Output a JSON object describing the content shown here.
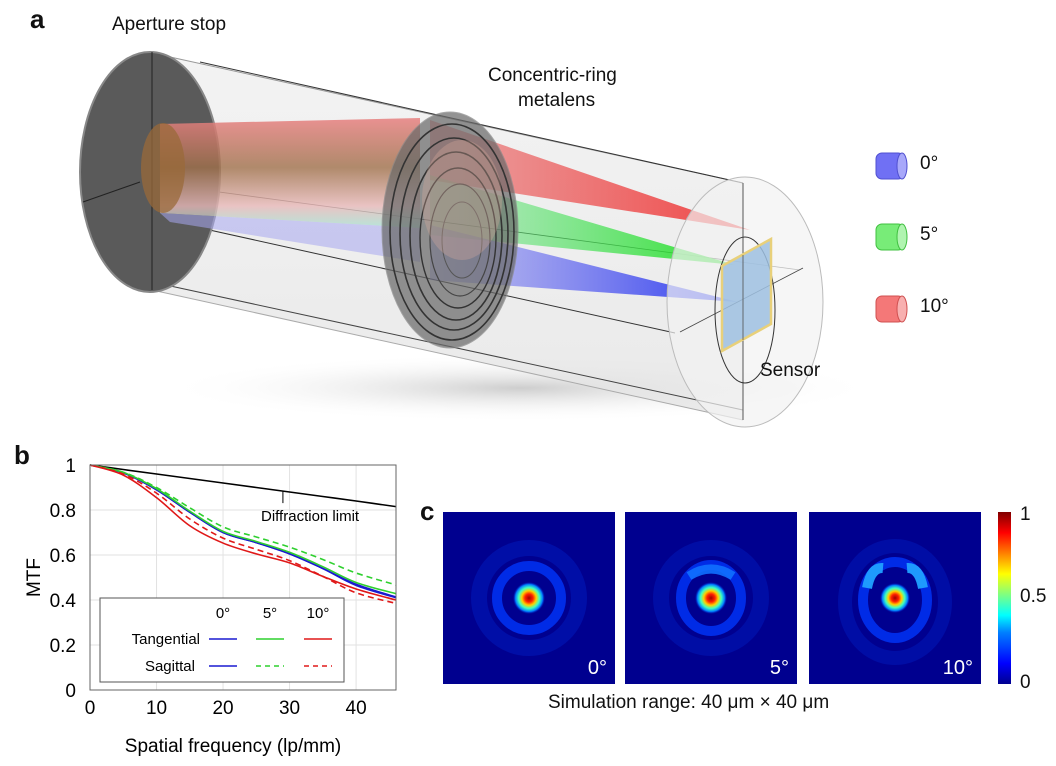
{
  "panels": {
    "a": {
      "letter": "a",
      "labels": {
        "aperture_stop": "Aperture stop",
        "metalens_line1": "Concentric-ring",
        "metalens_line2": "metalens",
        "sensor": "Sensor"
      },
      "legend": [
        {
          "label": "0°",
          "color": "#6b6bf0"
        },
        {
          "label": "5°",
          "color": "#6ee86e"
        },
        {
          "label": "10°",
          "color": "#f07070"
        }
      ]
    },
    "b": {
      "letter": "b",
      "annotation": "Diffraction limit",
      "legend": {
        "headers": [
          "0°",
          "5°",
          "10°"
        ],
        "rows": [
          "Tangential",
          "Sagittal"
        ]
      }
    },
    "c": {
      "letter": "c",
      "psf_labels": [
        "0°",
        "5°",
        "10°"
      ],
      "caption": "Simulation range: 40 μm × 40 μm",
      "colorbar_ticks": [
        "1",
        "0.5",
        "0"
      ]
    }
  },
  "chart_data": {
    "type": "line",
    "title": "",
    "xlabel": "Spatial frequency (lp/mm)",
    "ylabel": "MTF",
    "xlim": [
      0,
      46
    ],
    "ylim": [
      0,
      1
    ],
    "xticks": [
      0,
      10,
      20,
      30,
      40
    ],
    "yticks": [
      0,
      0.2,
      0.4,
      0.6,
      0.8,
      1
    ],
    "xtick_labels": [
      "0",
      "10",
      "20",
      "30",
      "40"
    ],
    "ytick_labels": [
      "0",
      "0.2",
      "0.4",
      "0.6",
      "0.8",
      "1"
    ],
    "grid": true,
    "legend_position": "bottom-left",
    "x": [
      0,
      5,
      10,
      15,
      20,
      25,
      30,
      35,
      40,
      46
    ],
    "series": [
      {
        "name": "Diffraction limit",
        "color": "#000000",
        "style": "solid",
        "values": [
          1.0,
          0.98,
          0.96,
          0.94,
          0.92,
          0.9,
          0.88,
          0.86,
          0.84,
          0.815
        ]
      },
      {
        "name": "Tangential 0°",
        "color": "#1a1ad0",
        "style": "solid",
        "values": [
          1.0,
          0.965,
          0.89,
          0.79,
          0.7,
          0.655,
          0.605,
          0.54,
          0.47,
          0.413
        ]
      },
      {
        "name": "Sagittal 0°",
        "color": "#1a1ad0",
        "style": "solid",
        "values": [
          1.0,
          0.965,
          0.89,
          0.79,
          0.7,
          0.655,
          0.605,
          0.54,
          0.465,
          0.41
        ]
      },
      {
        "name": "Tangential 5°",
        "color": "#2fd02f",
        "style": "solid",
        "values": [
          1.0,
          0.967,
          0.895,
          0.795,
          0.705,
          0.66,
          0.612,
          0.548,
          0.478,
          0.428
        ]
      },
      {
        "name": "Sagittal 5°",
        "color": "#2fd02f",
        "style": "dashed",
        "values": [
          1.0,
          0.968,
          0.9,
          0.81,
          0.725,
          0.68,
          0.635,
          0.58,
          0.52,
          0.467
        ]
      },
      {
        "name": "Tangential 10°",
        "color": "#e01818",
        "style": "solid",
        "values": [
          1.0,
          0.955,
          0.855,
          0.73,
          0.653,
          0.605,
          0.565,
          0.505,
          0.449,
          0.4
        ]
      },
      {
        "name": "Sagittal 10°",
        "color": "#e01818",
        "style": "dashed",
        "values": [
          1.0,
          0.96,
          0.875,
          0.76,
          0.675,
          0.625,
          0.575,
          0.505,
          0.432,
          0.385
        ]
      }
    ]
  }
}
